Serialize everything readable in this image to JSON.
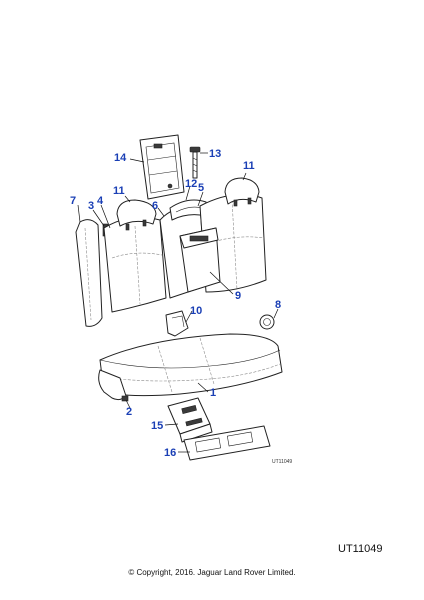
{
  "diagram": {
    "callouts": [
      "1",
      "2",
      "3",
      "4",
      "5",
      "6",
      "7",
      "8",
      "9",
      "10",
      "11",
      "11",
      "12",
      "13",
      "14",
      "15",
      "16"
    ],
    "small_ref": "UT11049"
  },
  "footer": {
    "ref_code": "UT11049",
    "copyright": "© Copyright, 2016. Jaguar Land Rover Limited."
  }
}
